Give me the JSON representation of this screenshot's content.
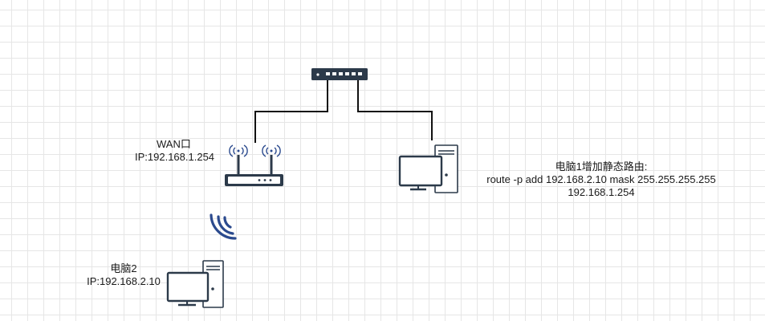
{
  "router": {
    "title": "WAN口",
    "ip": "IP:192.168.1.254"
  },
  "pc1": {
    "line1": "电脑1增加静态路由:",
    "line2": "route -p add 192.168.2.10 mask 255.255.255.255",
    "line3": "192.168.1.254"
  },
  "pc2": {
    "name": "电脑2",
    "ip": "IP:192.168.2.10"
  },
  "colors": {
    "wifi": "#2b4a8e",
    "device_dark": "#2c3a4a",
    "line": "#111111"
  }
}
